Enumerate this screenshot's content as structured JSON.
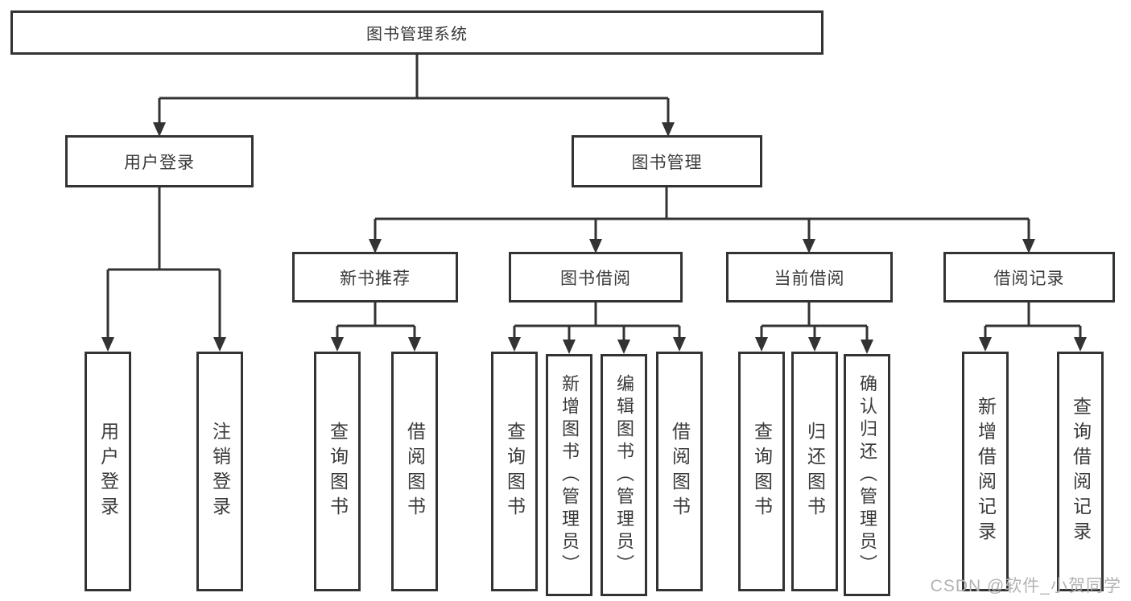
{
  "diagram": {
    "title": "图书管理系统",
    "tree": {
      "root": {
        "label": "图书管理系统"
      },
      "branches": [
        {
          "label": "用户登录",
          "children": [
            {
              "label": "用户登录"
            },
            {
              "label": "注销登录"
            }
          ]
        },
        {
          "label": "图书管理",
          "children": [
            {
              "label": "新书推荐",
              "children": [
                {
                  "label": "查询图书"
                },
                {
                  "label": "借阅图书"
                }
              ]
            },
            {
              "label": "图书借阅",
              "children": [
                {
                  "label": "查询图书"
                },
                {
                  "label": "新增图书（管理员）"
                },
                {
                  "label": "编辑图书（管理员）"
                },
                {
                  "label": "借阅图书"
                }
              ]
            },
            {
              "label": "当前借阅",
              "children": [
                {
                  "label": "查询图书"
                },
                {
                  "label": "归还图书"
                },
                {
                  "label": "确认归还（管理员）"
                }
              ]
            },
            {
              "label": "借阅记录",
              "children": [
                {
                  "label": "新增借阅记录"
                },
                {
                  "label": "查询借阅记录"
                }
              ]
            }
          ]
        }
      ]
    },
    "line_color": "#333333",
    "text_color": "#3a3a3a",
    "watermark": "CSDN @软件_小贺同学"
  }
}
